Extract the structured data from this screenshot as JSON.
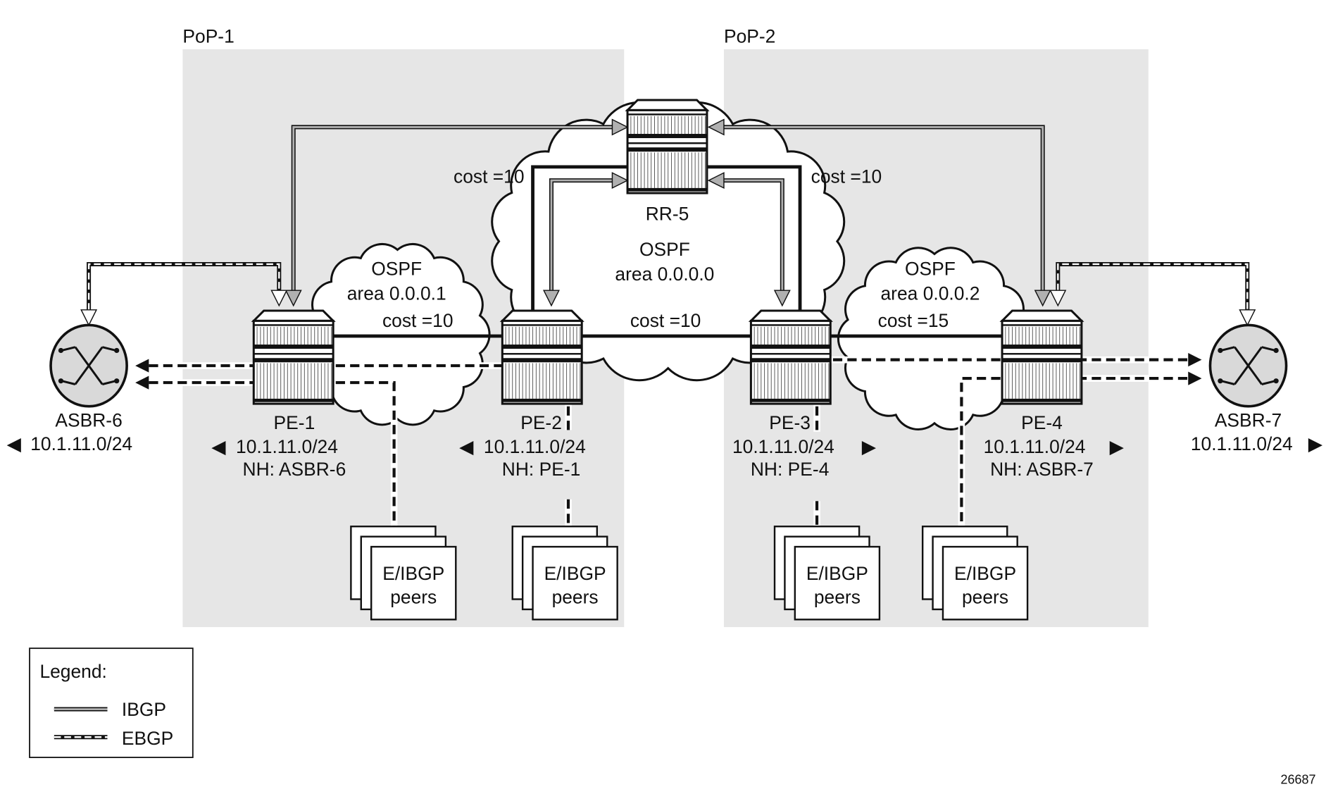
{
  "pops": [
    "PoP-1",
    "PoP-2"
  ],
  "rr": {
    "label": "RR-5"
  },
  "ospf": {
    "backbone": {
      "name": "OSPF",
      "area": "area 0.0.0.0"
    },
    "left": {
      "name": "OSPF",
      "area": "area 0.0.0.1"
    },
    "right": {
      "name": "OSPF",
      "area": "area 0.0.0.2"
    }
  },
  "costs": {
    "pe2_rr": "cost =10",
    "rr_pe3": "cost =10",
    "pe1_pe2": "cost =10",
    "pe2_pe3": "cost =10",
    "pe3_pe4": "cost =15"
  },
  "nodes": {
    "asbr6": {
      "label": "ASBR-6",
      "route": "10.1.11.0/24",
      "arrow": "◀"
    },
    "pe1": {
      "label": "PE-1",
      "route": "10.1.11.0/24",
      "nh": "NH: ASBR-6",
      "arrow": "◀"
    },
    "pe2": {
      "label": "PE-2",
      "route": "10.1.11.0/24",
      "nh": "NH: PE-1",
      "arrow": "◀"
    },
    "pe3": {
      "label": "PE-3",
      "route": "10.1.11.0/24",
      "nh": "NH: PE-4",
      "arrow": "▶"
    },
    "pe4": {
      "label": "PE-4",
      "route": "10.1.11.0/24",
      "nh": "NH: ASBR-7",
      "arrow": "▶"
    },
    "asbr7": {
      "label": "ASBR-7",
      "route": "10.1.11.0/24",
      "arrow": "▶"
    }
  },
  "peers": {
    "line1": "E/IBGP",
    "line2": "peers"
  },
  "legend": {
    "title": "Legend:",
    "items": [
      "IBGP",
      "EBGP"
    ]
  },
  "figure_id": "26687",
  "colors": {
    "pop_bg": "#e6e6e6",
    "asbr_fill": "#d9d9d9",
    "ibgp_fill": "#b0b0b0"
  }
}
